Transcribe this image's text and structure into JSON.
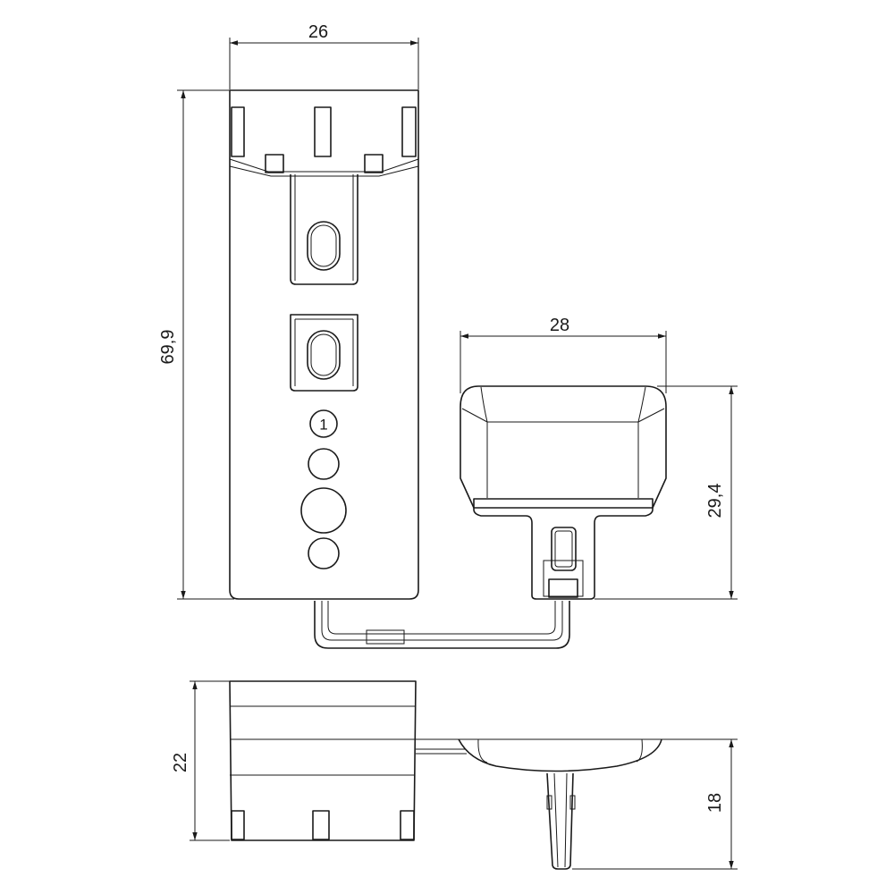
{
  "dimensions": {
    "top_width": "26",
    "main_height": "69,9",
    "module_width": "28",
    "module_height": "29,4",
    "side_height": "22",
    "prong_height": "18"
  },
  "markings": {
    "position_number": "1"
  },
  "colors": {
    "line": "#1a1a1a",
    "background": "#ffffff"
  }
}
